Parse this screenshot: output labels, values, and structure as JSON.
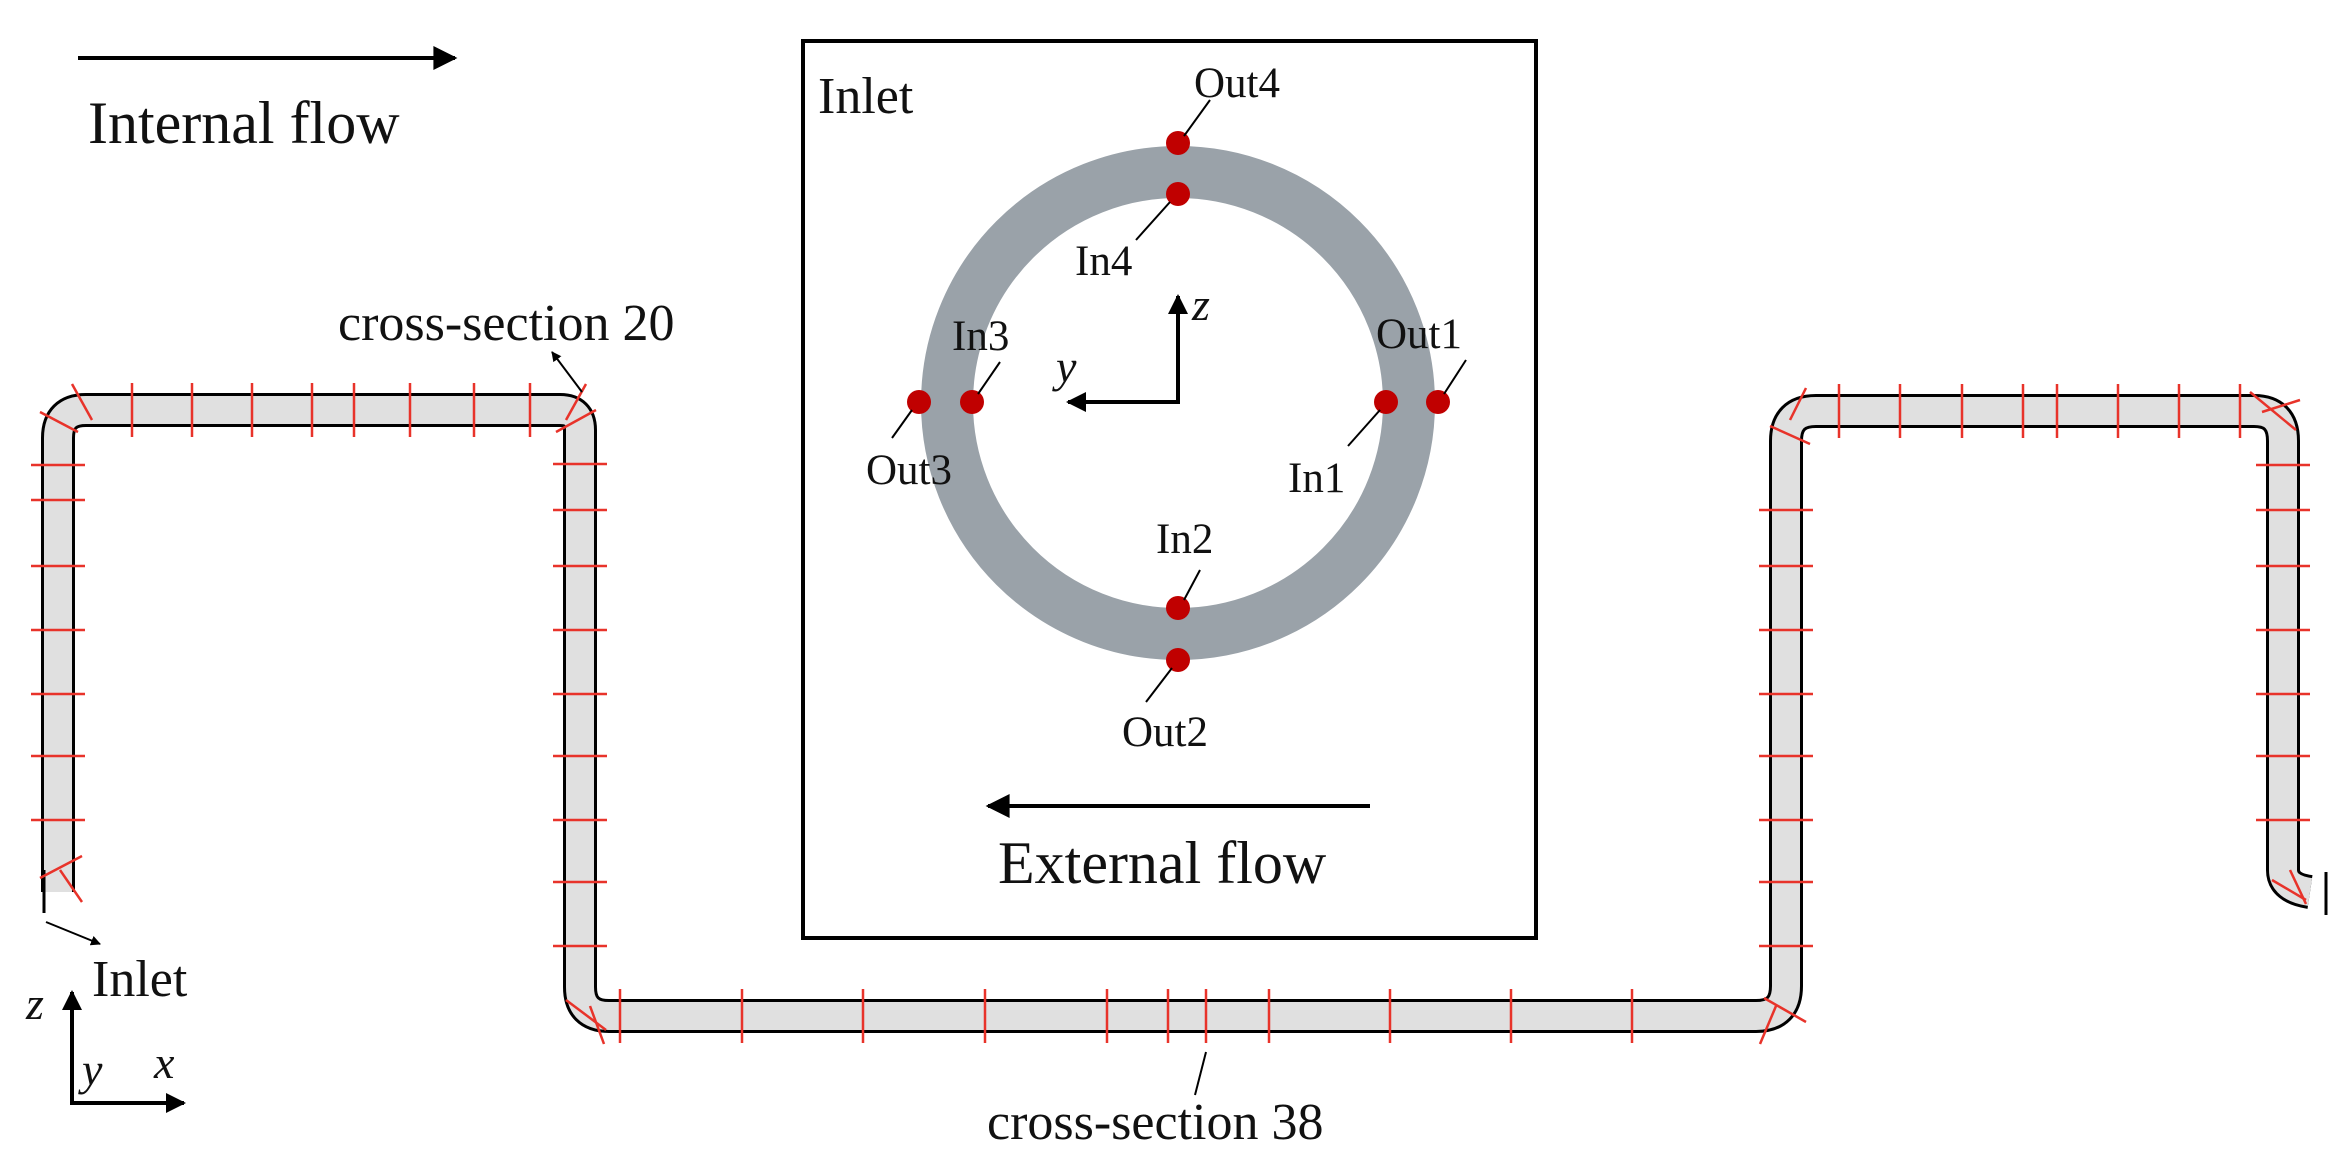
{
  "labels": {
    "internal_flow": "Internal flow",
    "external_flow": "External flow",
    "inlet_box_title": "Inlet",
    "inlet_pipe": "Inlet",
    "cross_section_20": "cross-section 20",
    "cross_section_38": "cross-section 38"
  },
  "points": {
    "out1": "Out1",
    "out2": "Out2",
    "out3": "Out3",
    "out4": "Out4",
    "in1": "In1",
    "in2": "In2",
    "in3": "In3",
    "in4": "In4"
  },
  "axes": {
    "inset_z": "z",
    "inset_y": "y",
    "global_z": "z",
    "global_y": "y",
    "global_x": "x"
  },
  "colors": {
    "pipe_fill": "#e0e0e0",
    "pipe_wall": "#000000",
    "section_marks": "#e8332a",
    "ring": "#9aa2a9",
    "monitor_points": "#c00000"
  }
}
